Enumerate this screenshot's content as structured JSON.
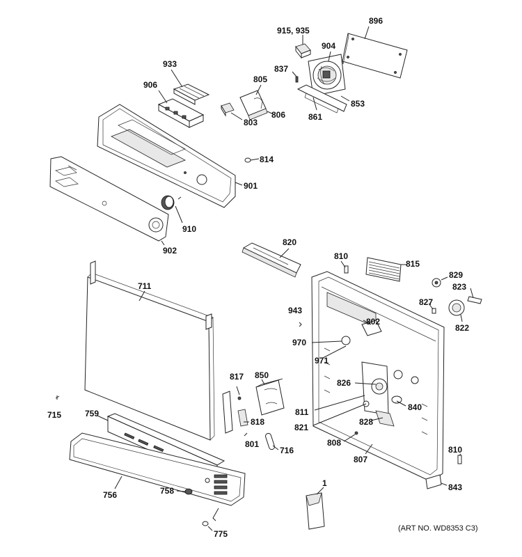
{
  "art_number": "(ART NO. WD8353 C3)",
  "labels": {
    "p896": "896",
    "p915_935": "915, 935",
    "p904": "904",
    "p837": "837",
    "p853": "853",
    "p861": "861",
    "p933": "933",
    "p906": "906",
    "p805": "805",
    "p806": "806",
    "p803": "803",
    "p814": "814",
    "p901": "901",
    "p910": "910",
    "p902": "902",
    "p820": "820",
    "p810a": "810",
    "p815": "815",
    "p829": "829",
    "p823": "823",
    "p711": "711",
    "p943": "943",
    "p827": "827",
    "p802": "802",
    "p822": "822",
    "p970": "970",
    "p971": "971",
    "p850": "850",
    "p817": "817",
    "p826": "826",
    "p840": "840",
    "p811": "811",
    "p821": "821",
    "p828": "828",
    "p715": "715",
    "p759": "759",
    "p818": "818",
    "p801": "801",
    "p716": "716",
    "p808": "808",
    "p807": "807",
    "p810b": "810",
    "p756": "756",
    "p758": "758",
    "p1": "1",
    "p843": "843",
    "p775": "775"
  }
}
